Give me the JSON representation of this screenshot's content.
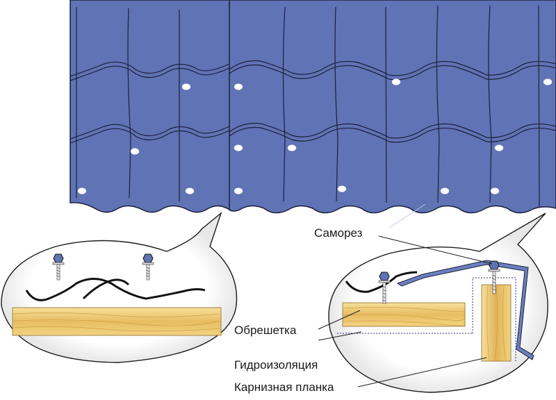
{
  "diagram": {
    "labels": {
      "screw": "Саморез",
      "batten": "Обрешетка",
      "waterproofing": "Гидроизоляция",
      "eaves_strip": "Карнизная планка"
    },
    "colors": {
      "roof_fill": "#5f73b5",
      "roof_stroke": "#1b1f3a",
      "wood_light": "#f3d98a",
      "wood_dark": "#d9a84a",
      "eaves_strip": "#6b7fbd",
      "screw_head": "#5f73b5"
    }
  }
}
